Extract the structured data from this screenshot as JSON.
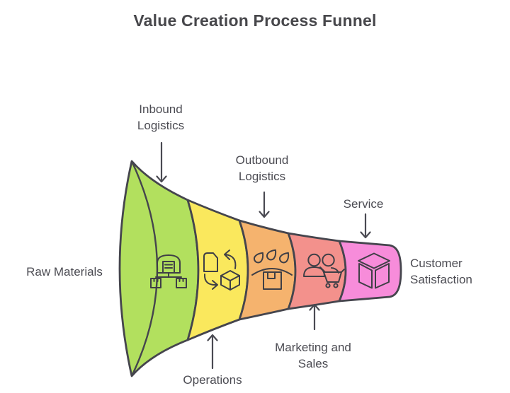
{
  "title": "Value Creation Process Funnel",
  "funnel": {
    "input_label": "Raw Materials",
    "output_label": "Customer Satisfaction",
    "stages": [
      {
        "label": "Inbound Logistics",
        "color": "#b2e05e",
        "icon": "warehouse-distribution-icon"
      },
      {
        "label": "Operations",
        "color": "#fae85d",
        "icon": "document-to-product-icon"
      },
      {
        "label": "Outbound Logistics",
        "color": "#f5b36e",
        "icon": "protected-shipment-icon"
      },
      {
        "label": "Marketing and Sales",
        "color": "#f3918c",
        "icon": "customers-cart-icon"
      },
      {
        "label": "Service",
        "color": "#f78cda",
        "icon": "package-cube-icon"
      }
    ]
  },
  "colors": {
    "background": "#ffffff",
    "outline": "#45454d",
    "icon_stroke": "#3f3f46",
    "arrow": "#4a4a52",
    "label_text": "#4b4b52",
    "title_text": "#47474b"
  }
}
